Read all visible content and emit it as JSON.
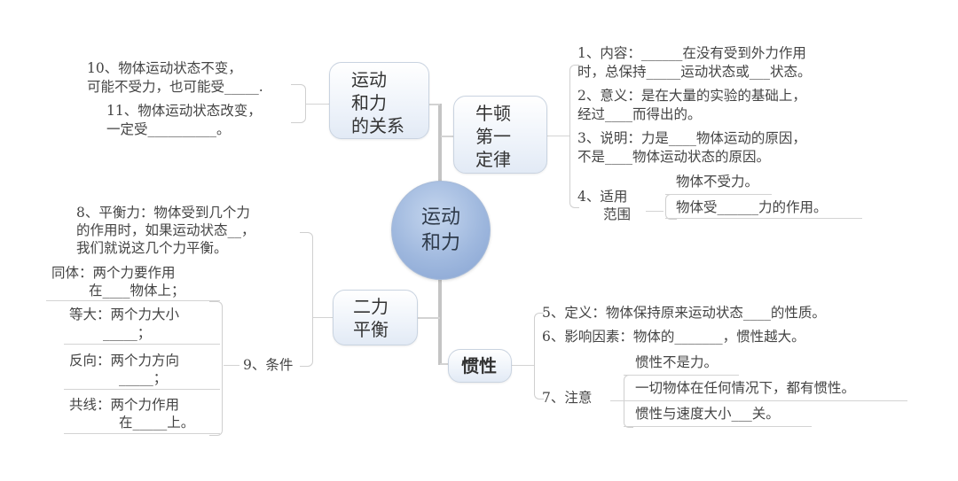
{
  "center": {
    "label_line1": "运动",
    "label_line2": "和力"
  },
  "branches": {
    "relation": {
      "title_lines": [
        "运动",
        "和力",
        "的关系"
      ],
      "items": [
        {
          "lines": [
            "10、物体运动状态不变，",
            "可能不受力，也可能受_____."
          ]
        },
        {
          "lines": [
            "11、物体运动状态改变，",
            "一定受__________。"
          ]
        }
      ]
    },
    "newton": {
      "title_lines": [
        "牛顿",
        "第一",
        "定律"
      ],
      "items": [
        {
          "lines": [
            "1、内容：______在没有受到外力作用",
            "时，总保持_____运动状态或___状态。"
          ]
        },
        {
          "lines": [
            "2、意义：是在大量的实验的基础上，",
            "经过____而得出的。"
          ]
        },
        {
          "lines": [
            "3、说明：力是____物体运动的原因，",
            "不是____物体运动状态的原因。"
          ]
        }
      ],
      "scope": {
        "label_lines": [
          "4、适用",
          "范围"
        ],
        "options": [
          "物体不受力。",
          "物体受______力的作用。"
        ]
      }
    },
    "balance": {
      "title_lines": [
        "二力",
        "平衡"
      ],
      "definition_lines": [
        "8、平衡力：物体受到几个力",
        "的作用时，如果运动状态__，",
        "我们就说这几个力平衡。"
      ],
      "conditions_label": "9、条件",
      "conditions": [
        {
          "lines": [
            "同体：两个力要作用",
            "在____物体上；"
          ]
        },
        {
          "lines": [
            "等大：两个力大小",
            "_____；"
          ]
        },
        {
          "lines": [
            "反向：两个力方向",
            "_____；"
          ]
        },
        {
          "lines": [
            "共线：两个力作用",
            "在_____上。"
          ]
        }
      ]
    },
    "inertia": {
      "title": "惯性",
      "items": [
        {
          "text": "5、定义：物体保持原来运动状态____的性质。"
        },
        {
          "text": "6、影响因素：物体的_______，惯性越大。"
        }
      ],
      "notes_label": "7、注意",
      "notes": [
        "惯性不是力。",
        "一切物体在任何情况下，都有惯性。",
        "惯性与速度大小___关。"
      ]
    }
  }
}
